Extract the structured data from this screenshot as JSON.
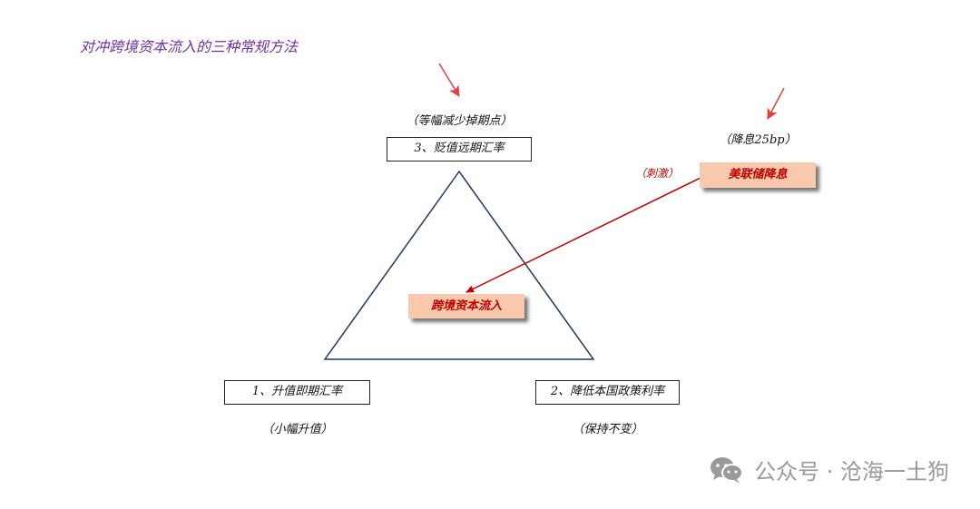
{
  "title": "对冲跨境资本流入的三种常规方法",
  "top_node": {
    "note": "（等幅减少掉期点）",
    "label": "3、贬值远期汇率"
  },
  "left_node": {
    "label": "1、升值即期汇率",
    "note": "（小幅升值）"
  },
  "right_node": {
    "label": "2、降低本国政策利率",
    "note": "（保持不变）"
  },
  "center_node": {
    "label": "跨境资本流入"
  },
  "fed_node": {
    "note": "（降息25bp）",
    "label": "美联储降息"
  },
  "stimulus_label": "（刺激）",
  "watermark": {
    "text": "公众号 · 沧海一土狗"
  },
  "colors": {
    "title": "#7030a0",
    "arrow": "#c00000",
    "pink_fill": "#f9c9ad",
    "accent_arrow": "#e04040"
  }
}
